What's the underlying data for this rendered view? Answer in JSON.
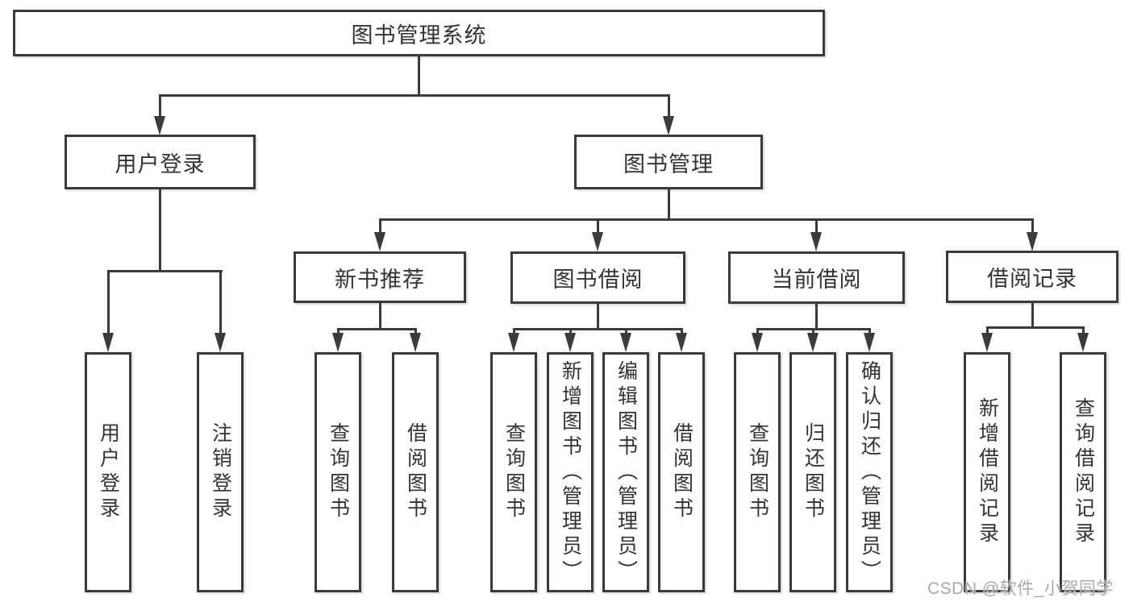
{
  "diagram": {
    "type": "hierarchy-tree",
    "root": {
      "label": "图书管理系统"
    },
    "branches": [
      {
        "label": "用户登录",
        "children": [
          {
            "label": "用户登录"
          },
          {
            "label": "注销登录"
          }
        ]
      },
      {
        "label": "图书管理",
        "children": [
          {
            "label": "新书推荐",
            "children": [
              {
                "label": "查询图书"
              },
              {
                "label": "借阅图书"
              }
            ]
          },
          {
            "label": "图书借阅",
            "children": [
              {
                "label": "查询图书"
              },
              {
                "label": "新增图书（管理员）"
              },
              {
                "label": "编辑图书（管理员）"
              },
              {
                "label": "借阅图书"
              }
            ]
          },
          {
            "label": "当前借阅",
            "children": [
              {
                "label": "查询图书"
              },
              {
                "label": "归还图书"
              },
              {
                "label": "确认归还（管理员）"
              }
            ]
          },
          {
            "label": "借阅记录",
            "children": [
              {
                "label": "新增借阅记录"
              },
              {
                "label": "查询借阅记录"
              }
            ]
          }
        ]
      }
    ]
  },
  "watermark": {
    "text": "CSDN @软件_小贺同学",
    "color": "#a8a8a8"
  },
  "colors": {
    "line": "#3b3b3b",
    "text": "#333333",
    "background": "#ffffff",
    "box_fill": "#ffffff"
  }
}
